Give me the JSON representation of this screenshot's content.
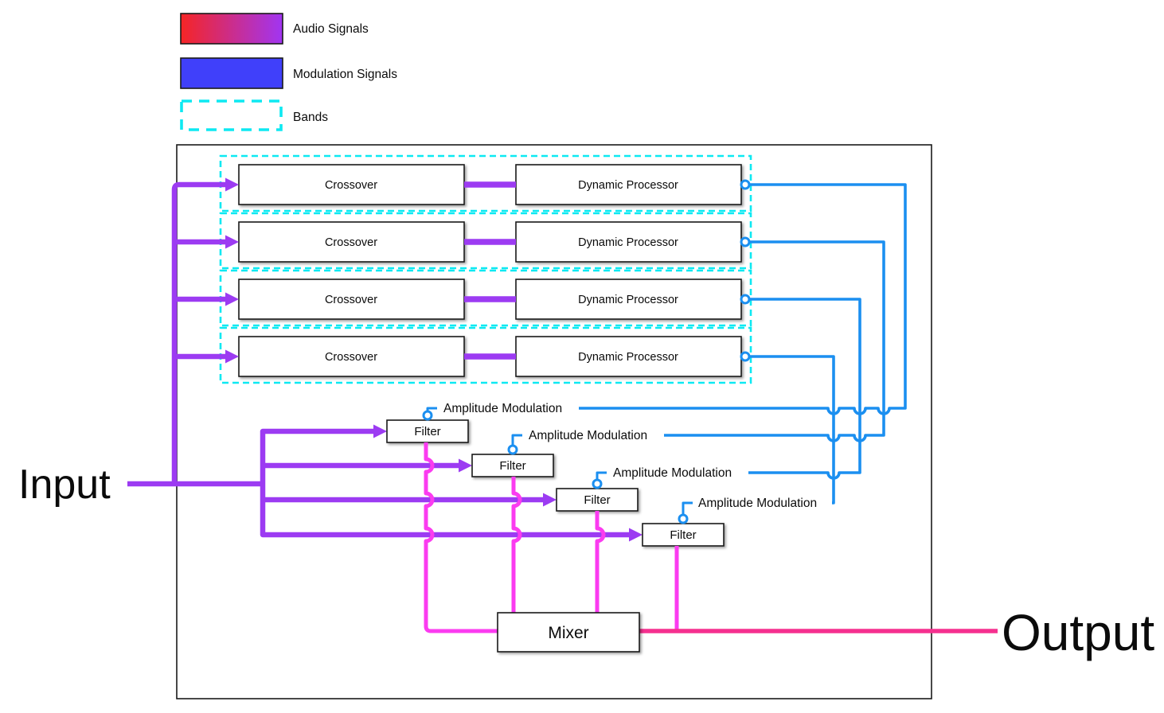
{
  "legend": {
    "items": [
      {
        "label": "Audio Signals",
        "swatch": "audio-gradient"
      },
      {
        "label": "Modulation Signals",
        "swatch": "modulation-solid"
      },
      {
        "label": "Bands",
        "swatch": "bands-dashed"
      }
    ]
  },
  "diagram": {
    "input_label": "Input",
    "output_label": "Output",
    "mixer_label": "Mixer",
    "bands": [
      {
        "crossover": "Crossover",
        "dynamic_processor": "Dynamic Processor"
      },
      {
        "crossover": "Crossover",
        "dynamic_processor": "Dynamic Processor"
      },
      {
        "crossover": "Crossover",
        "dynamic_processor": "Dynamic Processor"
      },
      {
        "crossover": "Crossover",
        "dynamic_processor": "Dynamic Processor"
      }
    ],
    "filters": [
      {
        "label": "Filter",
        "modulation_label": "Amplitude Modulation"
      },
      {
        "label": "Filter",
        "modulation_label": "Amplitude Modulation"
      },
      {
        "label": "Filter",
        "modulation_label": "Amplitude Modulation"
      },
      {
        "label": "Filter",
        "modulation_label": "Amplitude Modulation"
      }
    ]
  },
  "colors": {
    "audio_signal": "#9c3bf2",
    "audio_gradient_start": "#f52525",
    "audio_gradient_end": "#a135f2",
    "modulation_signal": "#1b8ff0",
    "modulation_legend_fill": "#4040fa",
    "band_outline": "#0de9f2",
    "filter_output": "#fb3bf0",
    "output_line": "#f5308f"
  }
}
